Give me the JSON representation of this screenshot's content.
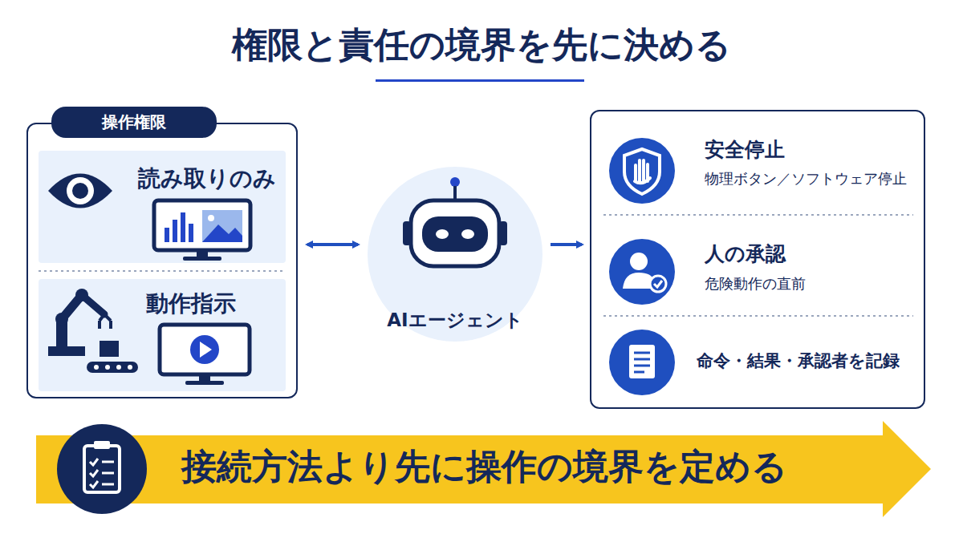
{
  "diagram": {
    "title": "権限と責任の境界を先に決める",
    "nodes": [
      {
        "text": [
          "操作権限"
        ]
      },
      {
        "text": [
          "読み取りのみ"
        ],
        "in": 0
      },
      {
        "text": [
          "動作指示"
        ],
        "in": 0
      },
      {
        "text": [
          "AIエージェント"
        ]
      },
      {
        "text": [
          "安全停止",
          "物理ボタン／ソフトウェア停止",
          "人の承認",
          "危険動作の直前",
          "命令・結果・承認者を記録"
        ]
      },
      {
        "text": [
          "接続方法より先に操作の境界を定める"
        ]
      }
    ],
    "edges": [
      {
        "from": 0,
        "to": 3,
        "arrow": "both"
      },
      {
        "from": 3,
        "to": 4,
        "arrow": "to"
      }
    ]
  }
}
